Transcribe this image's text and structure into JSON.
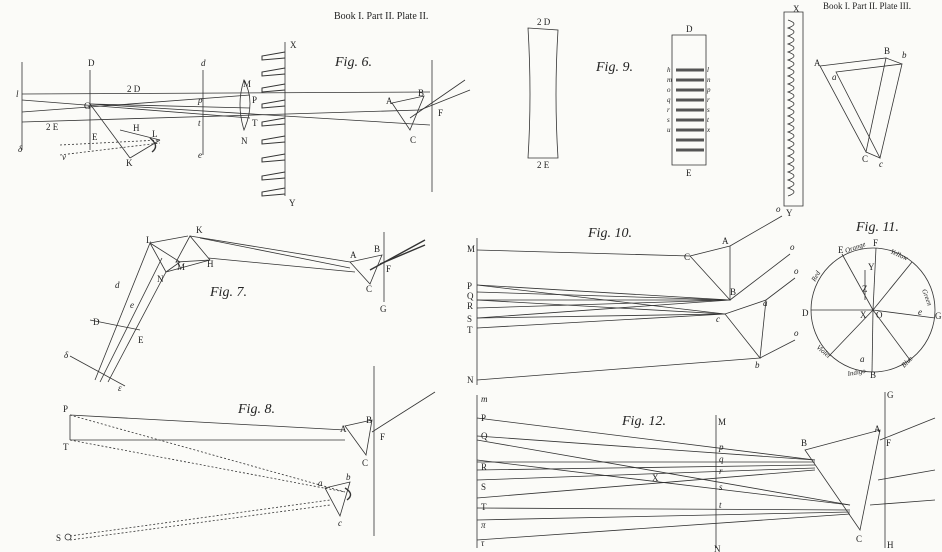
{
  "plate_left": {
    "header": "Book I. Part II. Plate II.",
    "fig6": {
      "title": "Fig. 6.",
      "labels": [
        "D",
        "d",
        "M",
        "X",
        "Y",
        "2 D",
        "2 E",
        "G",
        "E",
        "H",
        "L",
        "K",
        "P",
        "T",
        "N",
        "A",
        "B",
        "F",
        "C",
        "p",
        "t",
        "e",
        "δ",
        "l",
        "v"
      ]
    },
    "fig7": {
      "title": "Fig. 7.",
      "labels": [
        "K",
        "L",
        "N",
        "M",
        "H",
        "A",
        "B",
        "F",
        "C",
        "G",
        "d",
        "e",
        "D",
        "E",
        "δ",
        "ε"
      ]
    },
    "fig8": {
      "title": "Fig. 8.",
      "labels": [
        "P",
        "T",
        "S",
        "A",
        "B",
        "F",
        "C",
        "a",
        "b",
        "c"
      ]
    }
  },
  "plate_right": {
    "header": "Book I. Part II. Plate III.",
    "fig9": {
      "title": "Fig. 9.",
      "labels": [
        "2 D",
        "2 E",
        "D",
        "E",
        "X",
        "Y",
        "A",
        "B",
        "b",
        "a",
        "C",
        "c"
      ],
      "scale_letters_left": [
        "h",
        "m",
        "o",
        "q",
        "r",
        "s",
        "u"
      ],
      "scale_letters_right": [
        "l",
        "n",
        "p",
        "r",
        "s",
        "t",
        "x"
      ]
    },
    "fig10": {
      "title": "Fig. 10.",
      "labels": [
        "M",
        "P",
        "Q",
        "R",
        "S",
        "T",
        "N",
        "C",
        "A",
        "B",
        "a",
        "c",
        "b",
        "o",
        "o",
        "o",
        "o"
      ]
    },
    "fig11": {
      "title": "Fig. 11.",
      "labels": [
        "D",
        "E",
        "F",
        "G",
        "Z",
        "X",
        "O",
        "Y",
        "a",
        "e",
        "B"
      ],
      "colors": [
        "Red",
        "Orange",
        "Yellow",
        "Green",
        "Blue",
        "Indigo",
        "Violet"
      ]
    },
    "fig12": {
      "title": "Fig. 12.",
      "labels": [
        "M",
        "N",
        "G",
        "H",
        "P",
        "Q",
        "R",
        "S",
        "T",
        "X",
        "B",
        "A",
        "C",
        "F",
        "p",
        "q",
        "r",
        "s",
        "t",
        "m",
        "π",
        "τ"
      ]
    }
  }
}
